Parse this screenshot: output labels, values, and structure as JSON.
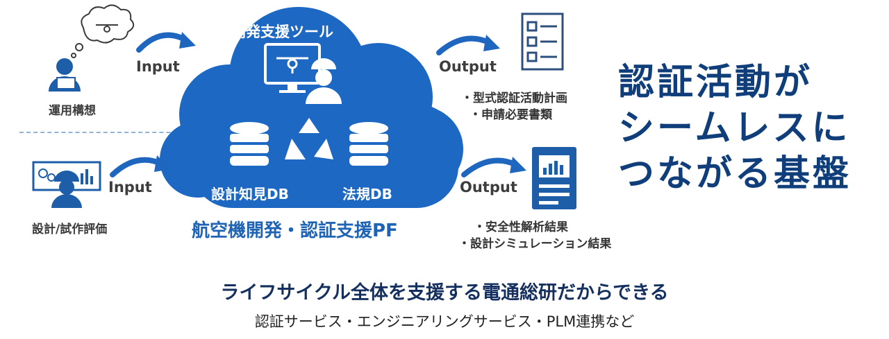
{
  "colors": {
    "cloud": "#1c68c2",
    "icon_dark_blue": "#1e5ea8",
    "arrow_blue": "#1f66bf",
    "headline": "#0f3e7a",
    "pf_name": "#1f64b4"
  },
  "inputs": [
    {
      "label": "Input",
      "source": "運用構想",
      "icon": "operator-thinking-drone-icon"
    },
    {
      "label": "Input",
      "source": "設計/試作評価",
      "icon": "engineer-dashboard-icon"
    }
  ],
  "cloud": {
    "tool_label": "開発支援ツール",
    "db_left": "設計知見DB",
    "db_right": "法規DB",
    "platform_name": "航空機開発・認証支援PF"
  },
  "outputs": [
    {
      "label": "Output",
      "icon": "checklist-icon",
      "items": [
        "・型式認証活動計画",
        "・申請必要書類"
      ]
    },
    {
      "label": "Output",
      "icon": "report-chart-icon",
      "items": [
        "・安全性解析結果",
        "・設計シミュレーション結果"
      ]
    }
  ],
  "headline": {
    "line1": "認証活動が",
    "line2": "シームレスに",
    "line3": "つながる基盤"
  },
  "tagline": "ライフサイクル全体を支援する電通総研だからできる",
  "services": "認証サービス・エンジニアリングサービス・PLM連携など"
}
